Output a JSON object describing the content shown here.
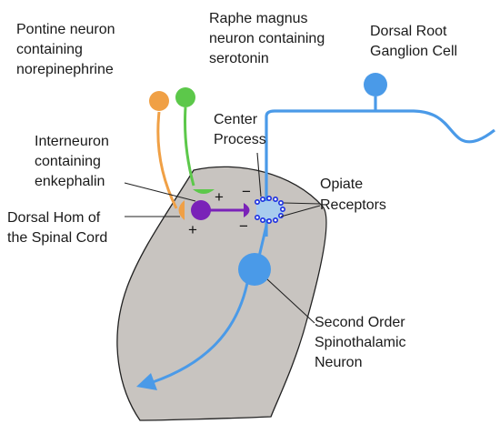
{
  "labels": {
    "pontine": [
      "Pontine neuron",
      "containing",
      "norepinephrine"
    ],
    "raphe": [
      "Raphe magnus",
      "neuron containing",
      "serotonin"
    ],
    "drg": [
      "Dorsal Root",
      "Ganglion Cell"
    ],
    "center": [
      "Center",
      "Process"
    ],
    "interneuron": [
      "Interneuron",
      "containing",
      "enkephalin"
    ],
    "opiate": [
      "Opiate",
      "Receptors"
    ],
    "dorsal_horn": [
      "Dorsal Hom of",
      "the Spinal Cord"
    ],
    "second_order": [
      "Second Order",
      "Spinothalamic",
      "Neuron"
    ]
  },
  "signs": {
    "plus": "+",
    "minus": "−"
  },
  "colors": {
    "spinal_cord_fill": "#c8c4c0",
    "outline": "#222222",
    "pontine": "#f0a045",
    "raphe": "#5cc84a",
    "interneuron": "#7a22b8",
    "sensory": "#4a9ae8",
    "receptor": "#1a2ee0"
  }
}
